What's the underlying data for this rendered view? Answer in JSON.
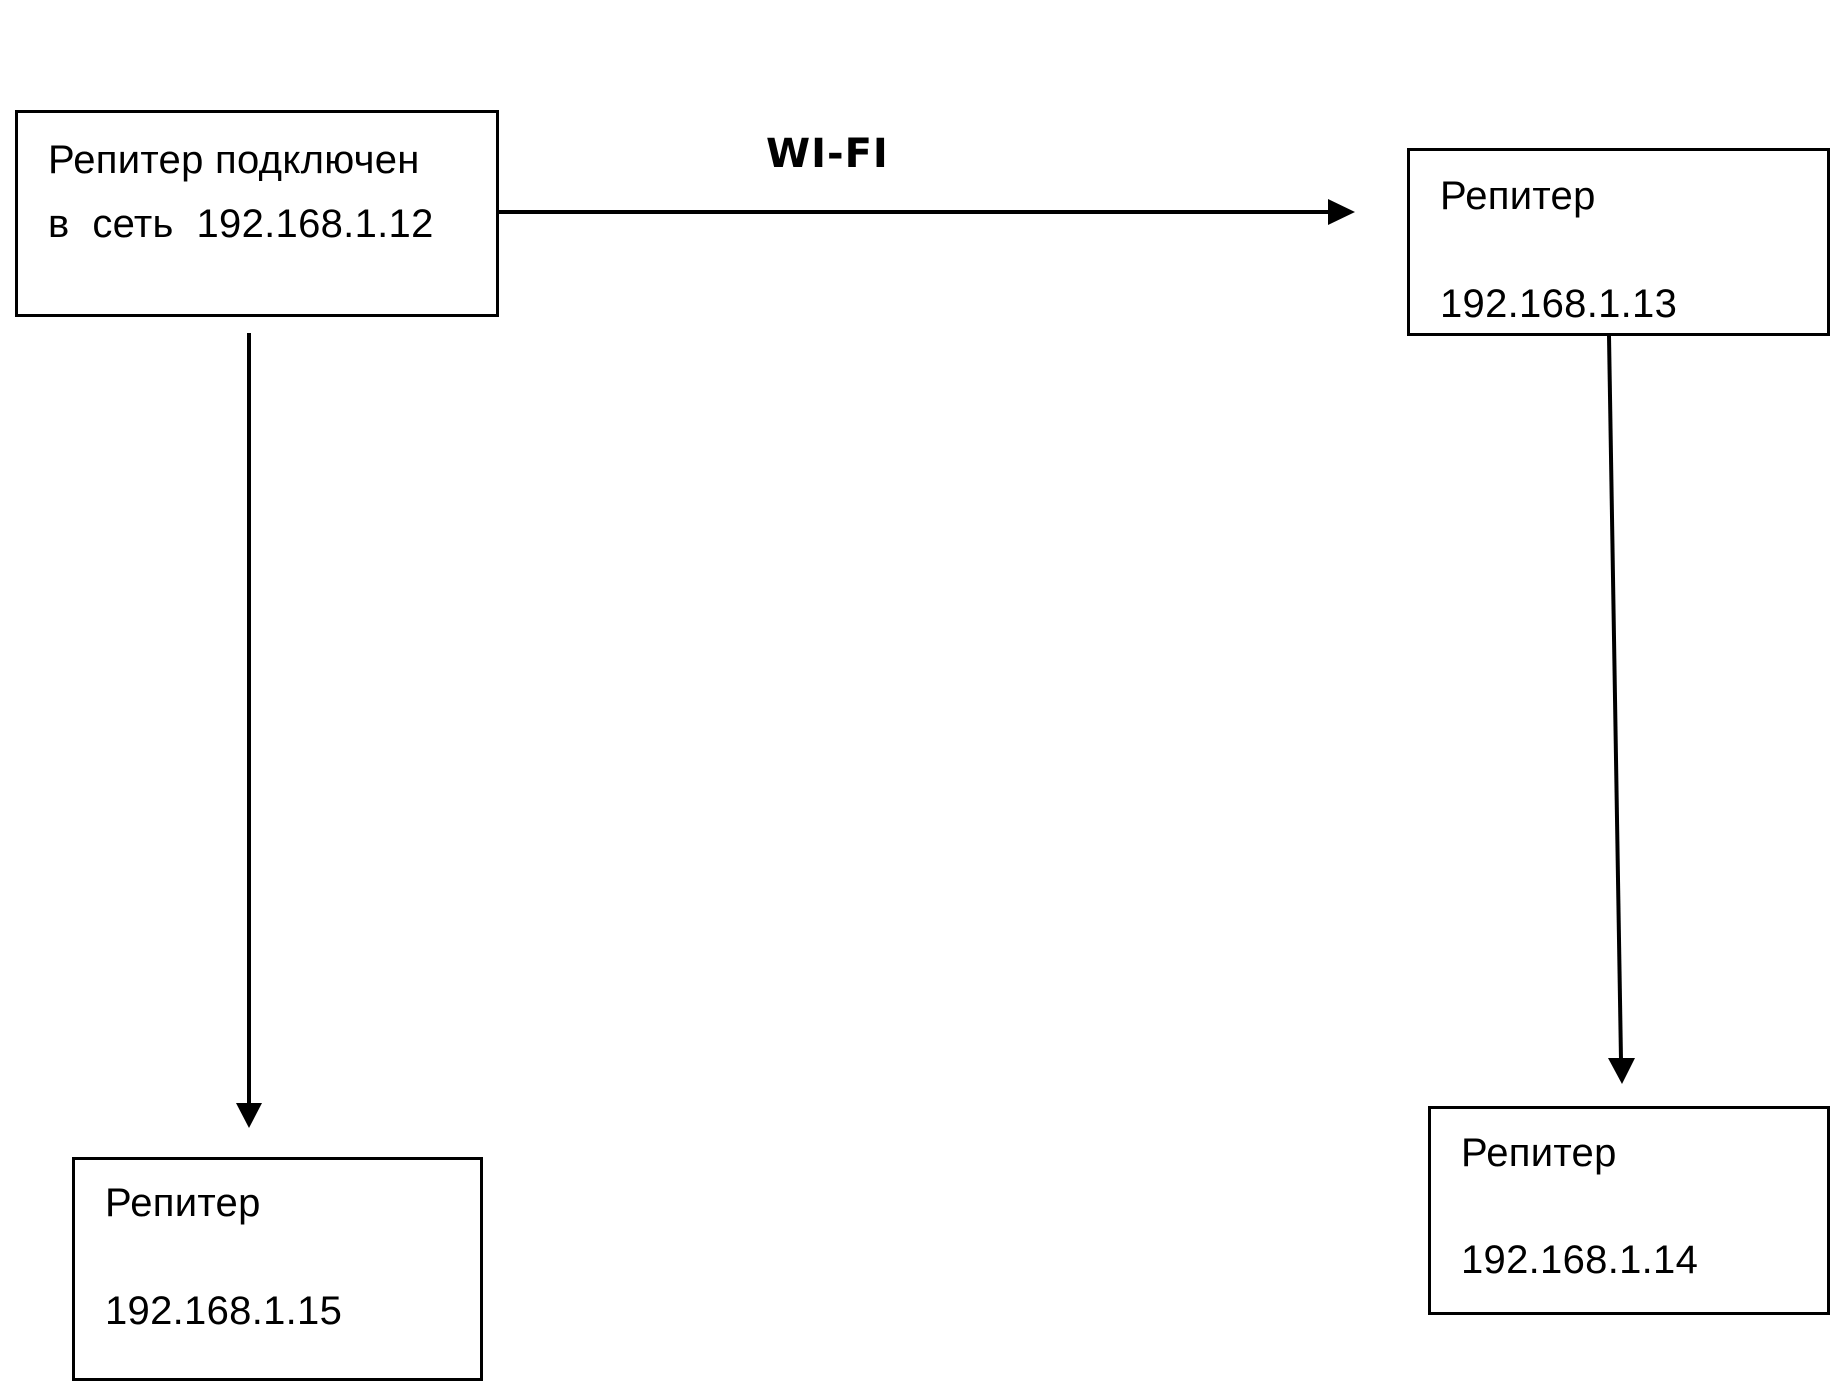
{
  "nodes": {
    "main": {
      "line1": "Репитер подключен",
      "line2": "в  сеть  192.168.1.12"
    },
    "repeater_13": {
      "line1": "Репитер",
      "line2": "192.168.1.13"
    },
    "repeater_15": {
      "line1": "Репитер",
      "line2": "192.168.1.15"
    },
    "repeater_14": {
      "line1": "Репитер",
      "line2": "192.168.1.14"
    }
  },
  "connections": [
    {
      "from": "main",
      "to": "repeater_13",
      "label": "WI-FI"
    },
    {
      "from": "main",
      "to": "repeater_15",
      "label": ""
    },
    {
      "from": "repeater_13",
      "to": "repeater_14",
      "label": ""
    }
  ],
  "colors": {
    "stroke": "#000000",
    "background": "#ffffff"
  }
}
